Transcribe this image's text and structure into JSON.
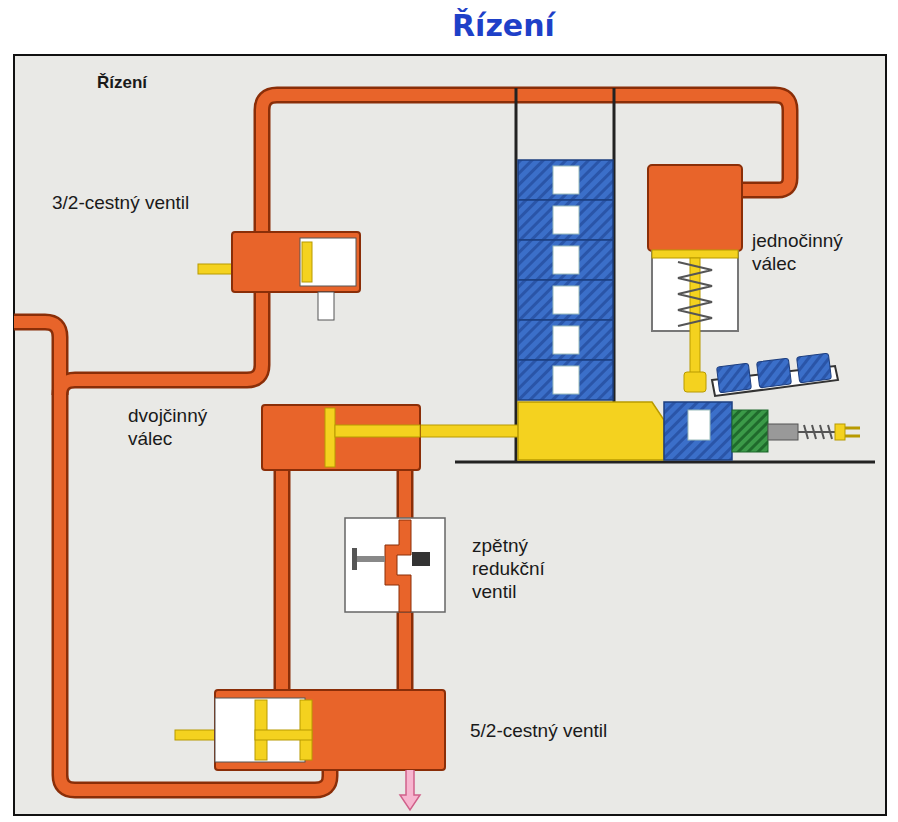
{
  "diagram": {
    "title": "Řízení",
    "labels": [
      "Řízení",
      "3/2-cestný ventil",
      "jednočinný válec",
      "dvojčinný válec",
      "zpětný redukční ventil",
      "5/2-cestný ventil"
    ]
  }
}
